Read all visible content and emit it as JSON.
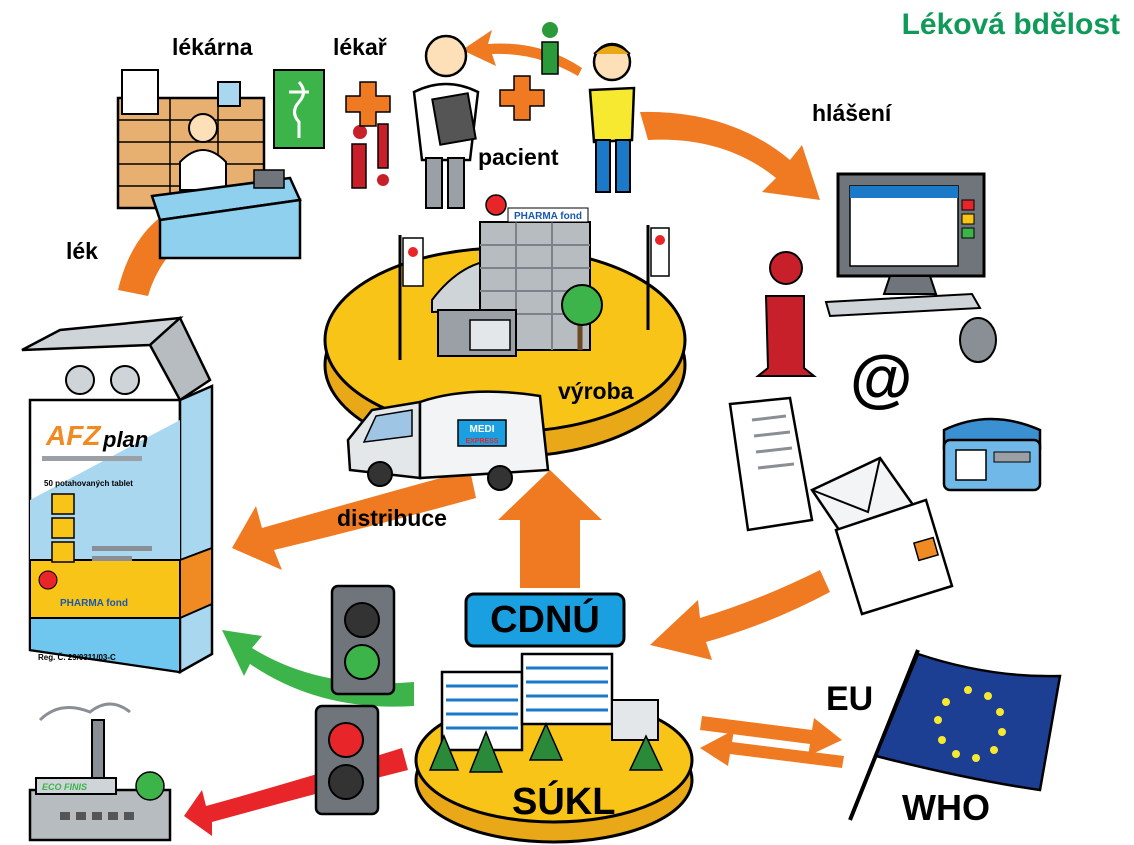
{
  "title": "Léková bdělost",
  "labels": {
    "lekarna": "lékárna",
    "lekar": "lékař",
    "pacient": "pacient",
    "hlaseni": "hlášení",
    "lek": "lék",
    "vyroba": "výroba",
    "distribuce": "distribuce",
    "cdnu": "CDNÚ",
    "sukl": "SÚKL",
    "eu": "EU",
    "who": "WHO"
  },
  "box": {
    "brand": "AFZ",
    "name": "plan",
    "count": "50 potahovaných tablet",
    "company": "PHARMA fond",
    "reg": "Reg. Č. 29/0311/03-C"
  },
  "building_sign": "PHARMA fond",
  "van": {
    "line1": "MEDI",
    "line2": "EXPRESS"
  },
  "factory_sign": "ECO FINIS",
  "colors": {
    "title": "#0f9a5a",
    "arrow_orange": "#f07a22",
    "arrow_green": "#3cb44a",
    "arrow_red": "#e8262a",
    "platform": "#f7c417",
    "cdnu_box": "#1aa0e0",
    "eu_flag": "#1c3f94",
    "info_red": "#c8202a",
    "info_green": "#2a9a3a"
  }
}
